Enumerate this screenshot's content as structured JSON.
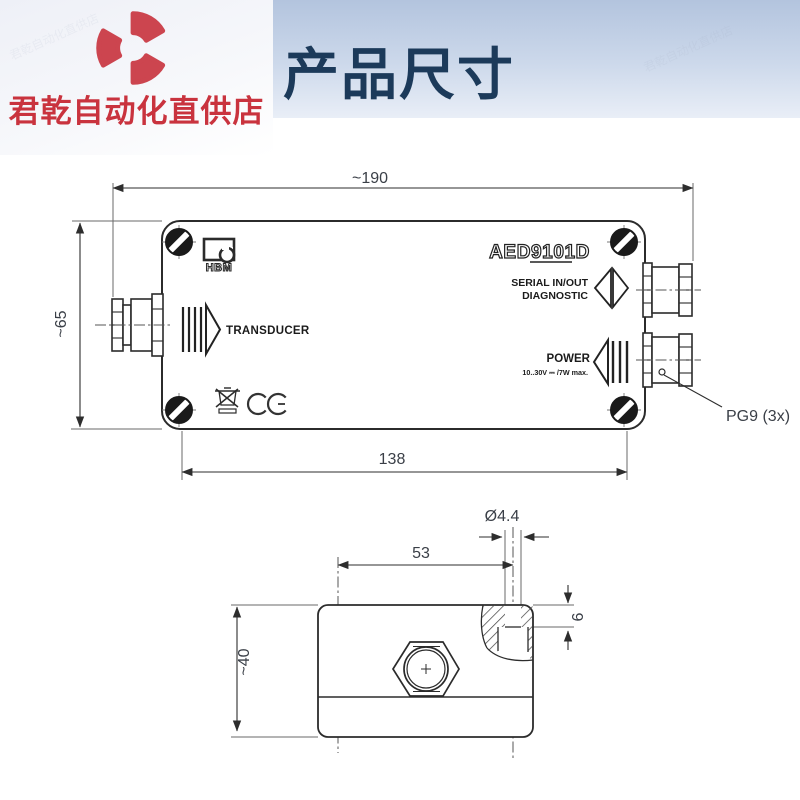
{
  "watermark": {
    "text": "君乾自动化直供店"
  },
  "brand_area": {
    "store_name": "君乾自动化直供店"
  },
  "header": {
    "title": "产品尺寸"
  },
  "top_view": {
    "brand": "HBM",
    "model": "AED9101D",
    "port_transducer": "TRANSDUCER",
    "port_serial_line1": "SERIAL IN/OUT",
    "port_serial_line2": "DIAGNOSTIC",
    "port_power": "POWER",
    "power_rating": "10..30V ⎓ /7W max.",
    "dim_length": "~190",
    "dim_height": "~65",
    "dim_screw_spacing": "138",
    "cable_gland": "PG9 (3x)"
  },
  "side_view": {
    "dim_width": "53",
    "dim_height": "~40",
    "dim_hole": "Ø4.4",
    "dim_depth": "6"
  }
}
